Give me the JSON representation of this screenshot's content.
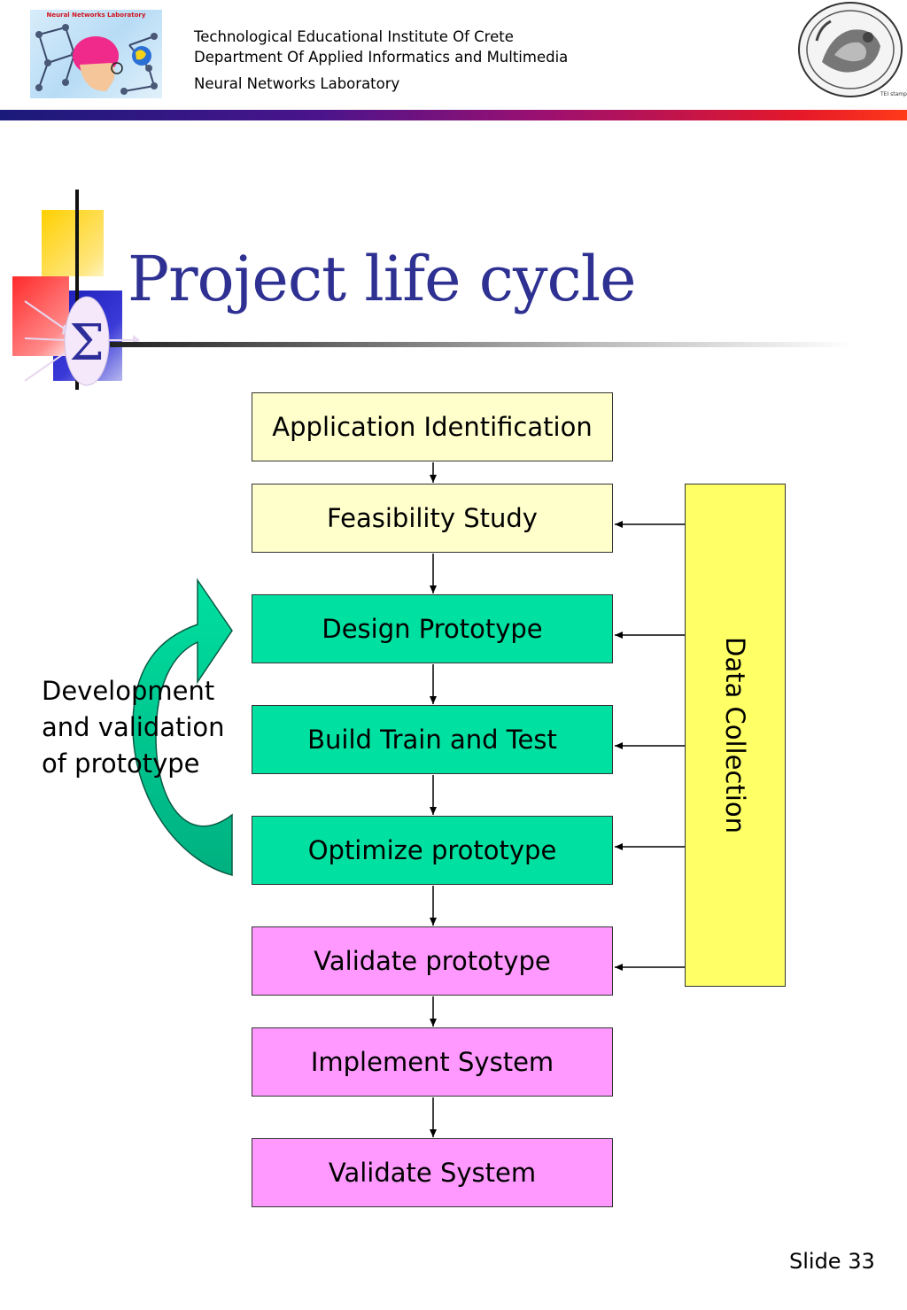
{
  "header": {
    "logo_text": "Neural Networks Laboratory",
    "institute": "Technological Educational Institute Of Crete",
    "department": "Department Of Applied Informatics and Multimedia",
    "lab": "Neural Networks Laboratory",
    "seal_caption": "TEI stamp"
  },
  "title": "Project life cycle",
  "title_icon": "sigma-icon",
  "steps": [
    {
      "label": "Application Identification",
      "color": "#ffffcc"
    },
    {
      "label": "Feasibility Study",
      "color": "#ffffcc"
    },
    {
      "label": "Design Prototype",
      "color": "#00e0a0"
    },
    {
      "label": "Build Train and Test",
      "color": "#00e0a0"
    },
    {
      "label": "Optimize prototype",
      "color": "#00e0a0"
    },
    {
      "label": "Validate prototype",
      "color": "#ff99ff"
    },
    {
      "label": "Implement System",
      "color": "#ff99ff"
    },
    {
      "label": "Validate System",
      "color": "#ff99ff"
    }
  ],
  "side_column": {
    "label": "Data Collection",
    "color": "#ffff66"
  },
  "loop": {
    "lines": [
      "Development",
      "and validation",
      "of prototype"
    ],
    "color": "#00d896"
  },
  "footer": {
    "slide_number": "Slide 33"
  },
  "colors": {
    "title": "#2e3192",
    "accent_bar_start": "#1a1a7a",
    "accent_bar_end": "#ff3a1a"
  }
}
